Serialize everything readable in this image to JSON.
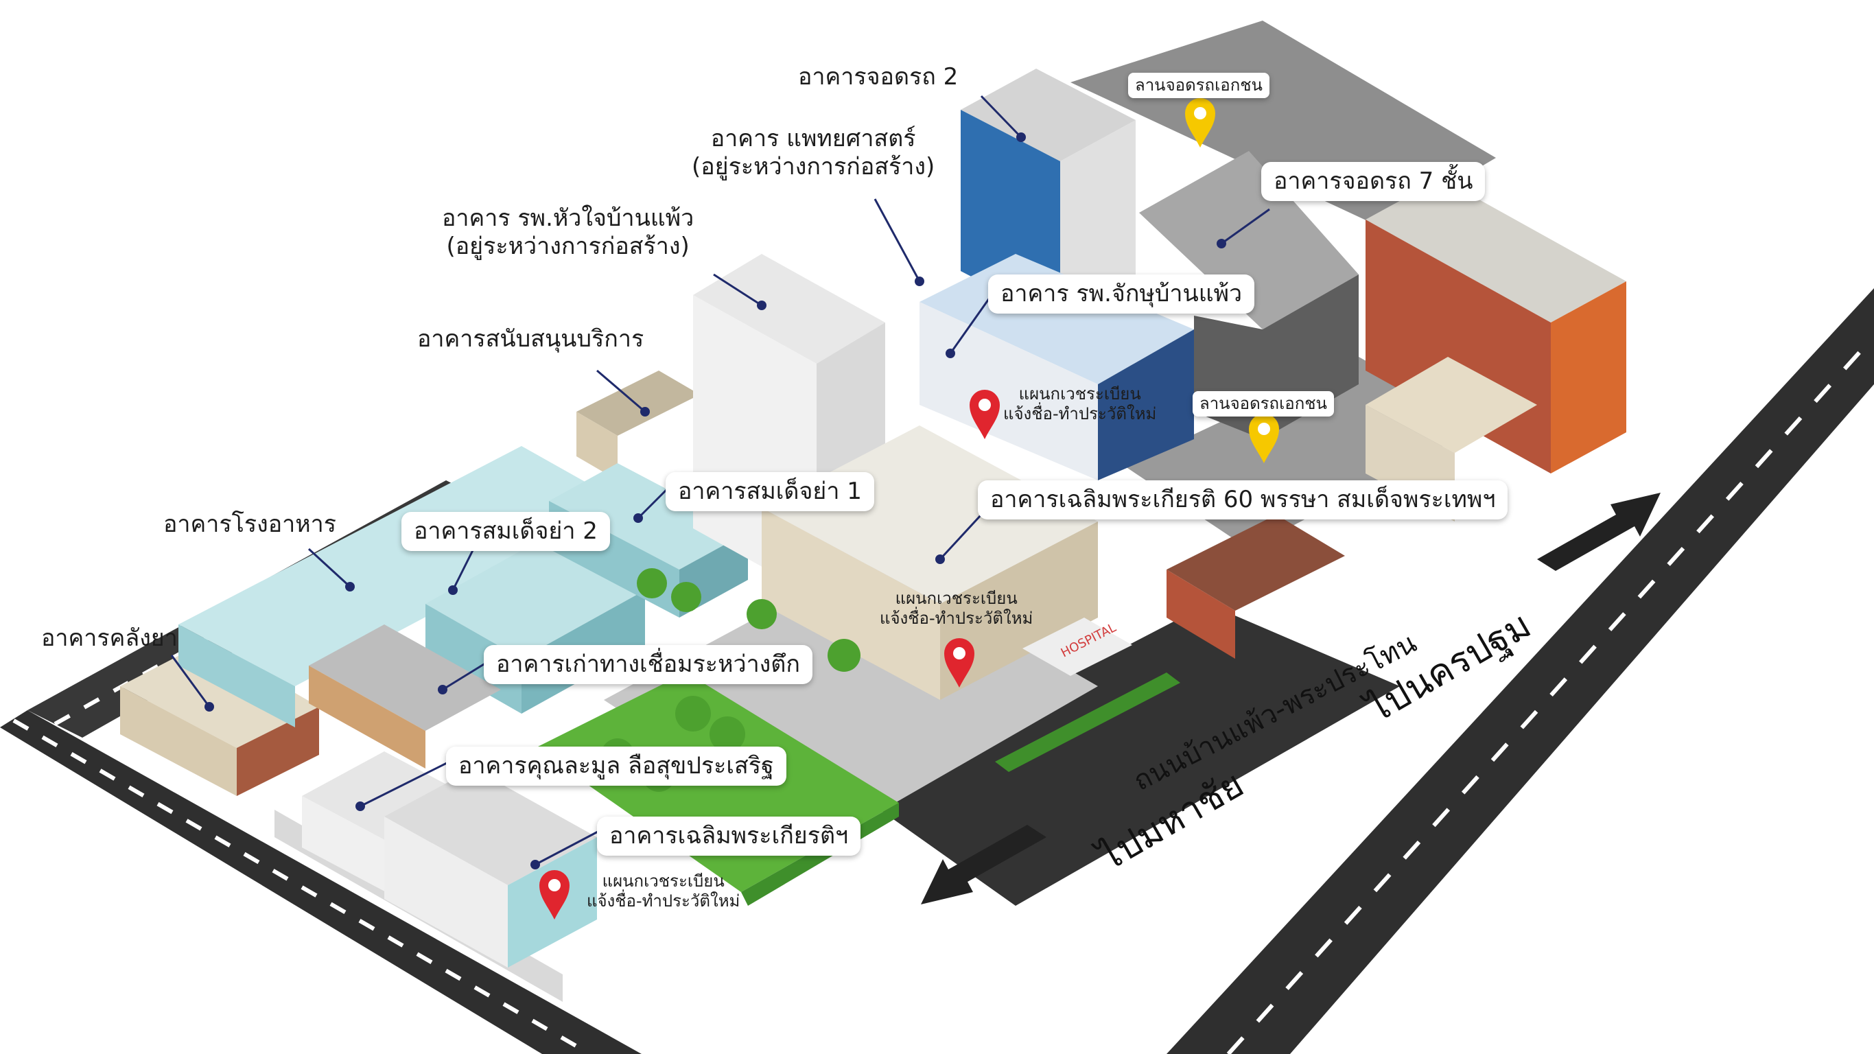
{
  "colors": {
    "road": "#2f2f2f",
    "road_marking": "#ffffff",
    "grass": "#5db33a",
    "hedge": "#3f8f2b",
    "pin_red": "#e0252e",
    "pin_yellow": "#f6c800",
    "leader_line": "#1f2a6b",
    "facade_beige": "#ded4bf",
    "facade_brick": "#b5543a",
    "glass_blue": "#2f6fb0",
    "teal_glass": "#a6d8dc",
    "parking_lot": "#8e8e8e"
  },
  "labels": {
    "parking2": "อาคารจอดรถ 2",
    "medical_1": "อาคาร แพทยศาสตร์",
    "medical_2": "(อยู่ระหว่างการก่อสร้าง)",
    "heart_1": "อาคาร รพ.หัวใจบ้านแพ้ว",
    "heart_2": "(อยู่ระหว่างการก่อสร้าง)",
    "support": "อาคารสนับสนุนบริการ",
    "canteen": "อาคารโรงอาหาร",
    "pharmacy": "อาคารคลังยา",
    "somdet1": "อาคารสมเด็จย่า 1",
    "somdet2": "อาคารสมเด็จย่า 2",
    "old_link": "อาคารเก่าทางเชื่อมระหว่างตึก",
    "khunlamun": "อาคารคุณละมูล ลือสุขประเสริฐ",
    "chalerm": "อาคารเฉลิมพระเกียรติฯ",
    "chalerm60": "อาคารเฉลิมพระเกียรติ 60 พรรษา สมเด็จพระเทพฯ",
    "eye": "อาคาร รพ.จักษุบ้านแพ้ว",
    "parking7": "อาคารจอดรถ 7 ชั้น",
    "private_parking_1": "ลานจอดรถเอกชน",
    "private_parking_2": "ลานจอดรถเอกชน",
    "reg1_line1": "แผนกเวชระเบียน",
    "reg1_line2": "แจ้งชื่อ-ทำประวัติใหม่",
    "reg2_line1": "แผนกเวชระเบียน",
    "reg2_line2": "แจ้งชื่อ-ทำประวัติใหม่",
    "reg3_line1": "แผนกเวชระเบียน",
    "reg3_line2": "แจ้งชื่อ-ทำประวัติใหม่",
    "hospital_sign": "HOSPITAL"
  },
  "roads": {
    "street_name": "ถนนบ้านแพ้ว-พระประโทน",
    "to_nakhon_pathom": "ไปนครปฐม",
    "to_mahachai": "ไปมหาชัย"
  },
  "icons": {
    "pin_registration": "map-pin-red",
    "pin_parking": "map-pin-yellow",
    "arrow_east": "arrow-right",
    "arrow_west": "arrow-left"
  }
}
